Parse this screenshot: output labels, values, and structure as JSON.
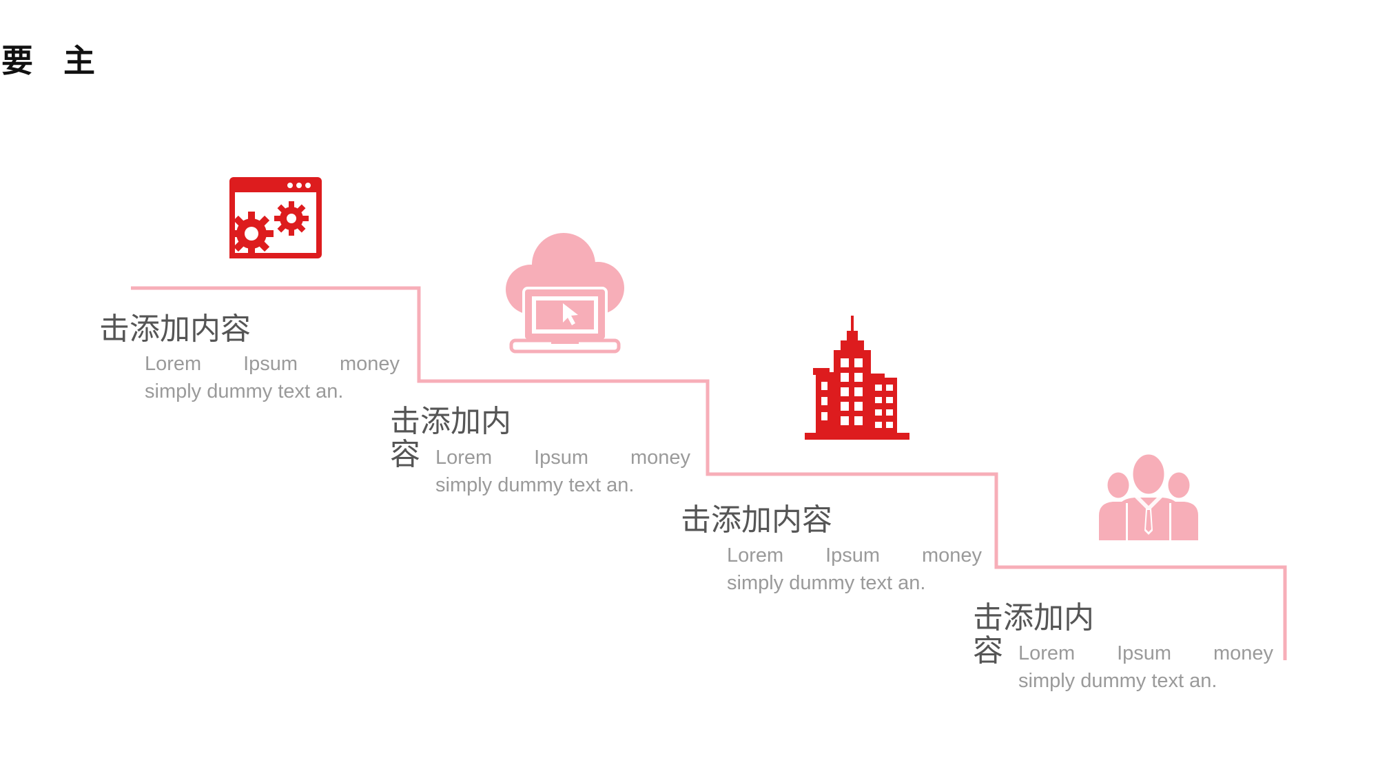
{
  "slide": {
    "title": "要 主",
    "colors": {
      "accent_red": "#dd1c1e",
      "accent_pink": "#f7aeb8",
      "text_dark": "#555555",
      "text_gray": "#9a9a9a"
    },
    "steps": [
      {
        "icon": "browser-gears-icon",
        "title": "击添加内容",
        "desc_line1": "Lorem Ipsum money",
        "desc_line2": "simply dummy text an."
      },
      {
        "icon": "cloud-laptop-icon",
        "title": "击添加内容",
        "desc_line1": "Lorem Ipsum money",
        "desc_line2": "simply dummy text an."
      },
      {
        "icon": "city-buildings-icon",
        "title": "击添加内容",
        "desc_line1": "Lorem Ipsum money",
        "desc_line2": "simply dummy text an."
      },
      {
        "icon": "business-team-icon",
        "title": "击添加内容",
        "desc_line1": "Lorem Ipsum money",
        "desc_line2": "simply dummy text an."
      }
    ]
  }
}
